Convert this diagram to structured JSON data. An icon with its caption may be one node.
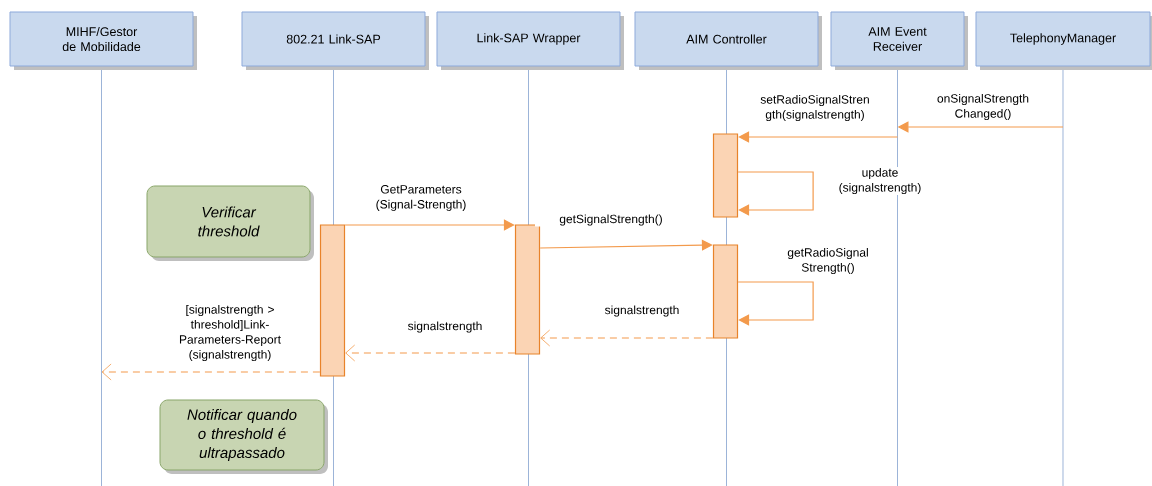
{
  "diagram": {
    "nodes": [
      {
        "text": [
          "MIHF/Gestor de Mobilidade"
        ]
      },
      {
        "text": [
          "802.21 Link-SAP"
        ]
      },
      {
        "text": [
          "Link-SAP Wrapper"
        ]
      },
      {
        "text": [
          "AIM Controller"
        ]
      },
      {
        "text": [
          "AIM Event Receiver"
        ]
      },
      {
        "text": [
          "TelephonyManager"
        ]
      },
      {
        "text": [],
        "shape": "bar",
        "in": 1
      },
      {
        "text": [],
        "shape": "bar",
        "in": 2
      },
      {
        "text": [],
        "shape": "bar",
        "in": 3
      },
      {
        "text": [],
        "shape": "bar",
        "in": 3
      },
      {
        "text": [
          "Verificar threshold"
        ]
      },
      {
        "text": [
          "Notificar quando o threshold é ultrapassado"
        ]
      }
    ],
    "edges": [
      {
        "from": 5,
        "to": 4,
        "arrow": "to",
        "label": "onSignalStrength Changed()"
      },
      {
        "from": 4,
        "to": 8,
        "arrow": "to",
        "label": "setRadioSignalStren gth(signalstrength)"
      },
      {
        "from": 8,
        "to": 8,
        "arrow": "to",
        "label": "update (signalstrength)"
      },
      {
        "from": 6,
        "to": 7,
        "arrow": "to",
        "label": "GetParameters (Signal-Strength)"
      },
      {
        "from": 7,
        "to": 9,
        "arrow": "to",
        "label": "getSignalStrength()"
      },
      {
        "from": 9,
        "to": 9,
        "arrow": "to",
        "label": "getRadioSignal Strength()"
      },
      {
        "from": 9,
        "to": 7,
        "arrow": "to",
        "label": "signalstrength",
        "style": "dashed"
      },
      {
        "from": 7,
        "to": 6,
        "arrow": "to",
        "label": "signalstrength",
        "style": "dashed"
      },
      {
        "from": 6,
        "to": 0,
        "arrow": "to",
        "label": "[signalstrength > threshold]Link-Parameters-Report (signalstrength)",
        "style": "dashed"
      }
    ]
  }
}
